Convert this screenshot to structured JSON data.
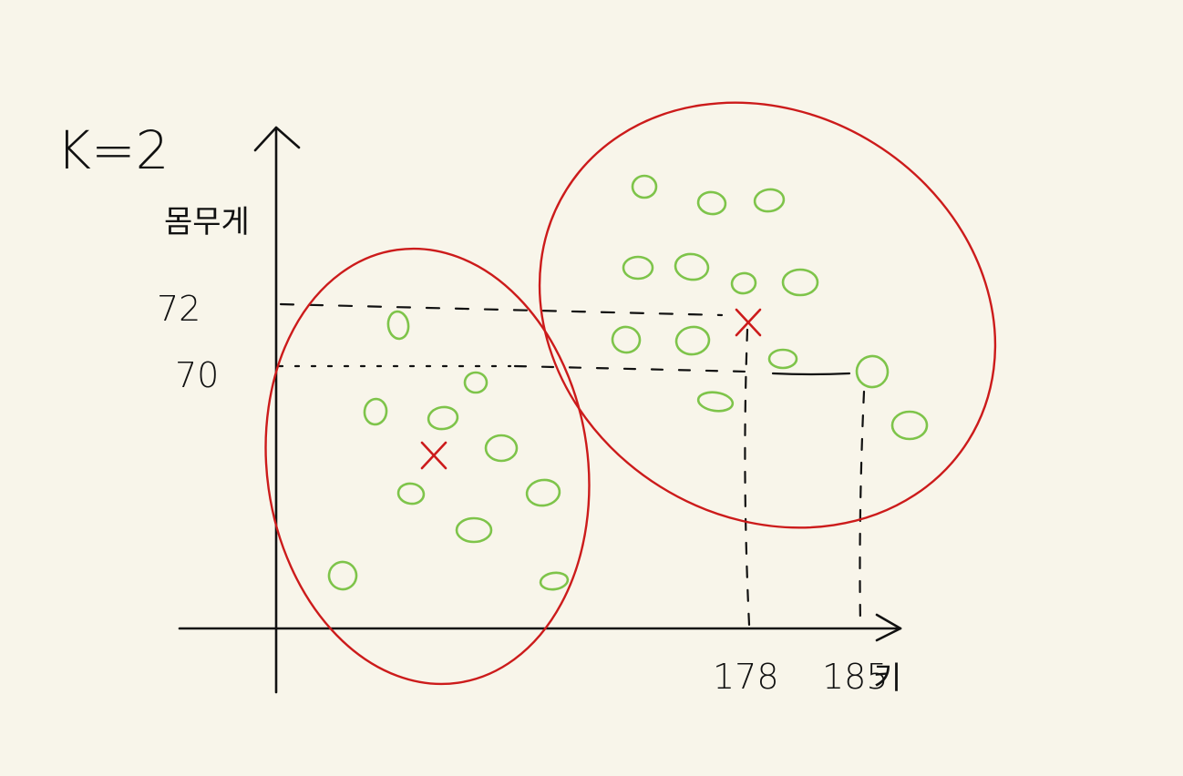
{
  "title": "K=2",
  "y_axis_label": "몸무게",
  "x_axis_label": "키",
  "y_ticks": [
    "72",
    "70"
  ],
  "x_ticks": [
    "178",
    "185"
  ],
  "colors": {
    "point": "#7ec44a",
    "cluster": "#cc1b1b",
    "ink": "#111111",
    "background": "#f8f5ea"
  },
  "chart_data": {
    "type": "scatter",
    "xlabel": "키",
    "ylabel": "몸무게",
    "clusters": 2
  }
}
